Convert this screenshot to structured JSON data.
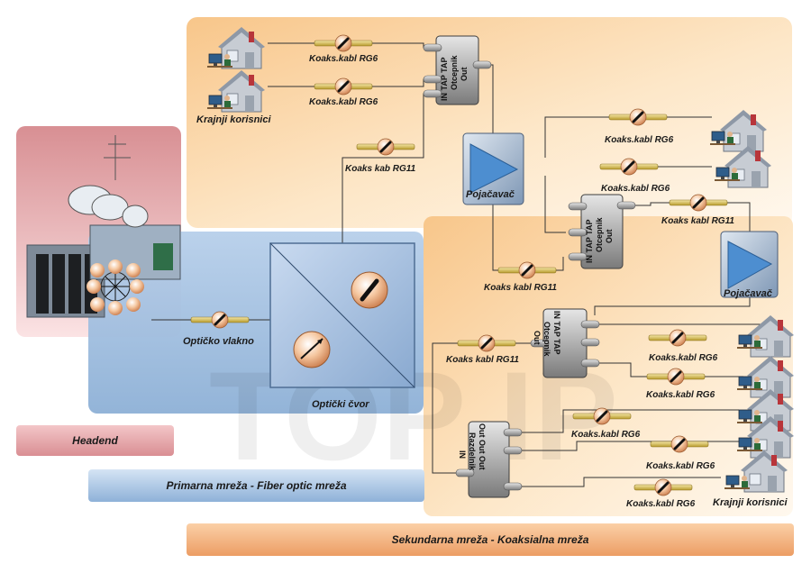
{
  "labels": {
    "headend": "Headend",
    "primary_net": "Primarna mreža - Fiber optic mreža",
    "secondary_net": "Sekundarna mreža - Koaksialna mreža",
    "optical_fiber": "Optičko vlakno",
    "optical_node": "Optički čvor",
    "end_users": "Krajnji korisnici",
    "amplifier": "Pojačavač",
    "rg6": "Koaks.kabl RG6",
    "rg11_a": "Koaks  kab RG11",
    "rg11_b": "Koaks  kabl RG11",
    "rg6_d": "Koaks.kabl RG6",
    "tap_line1": "IN  TAP TAP",
    "tap_line2": "Otcepnik",
    "tap_line3": "Out",
    "splitter_line1": "Out Out Out",
    "splitter_line2": "Razdelnik",
    "splitter_line3": "IN",
    "watermark": "TOP IP"
  },
  "colors": {
    "headend": "#e9a6aa",
    "primary": "#a8c6e4",
    "secondary": "#fbd9a6",
    "cable_connector": "#d9c25a"
  },
  "icons": [
    "house-icon",
    "satellite-dish-icon",
    "building-icon",
    "coax-connector-icon",
    "amplifier-icon",
    "tap-device-icon",
    "splitter-device-icon",
    "optical-node-icon",
    "computer-user-icon"
  ]
}
